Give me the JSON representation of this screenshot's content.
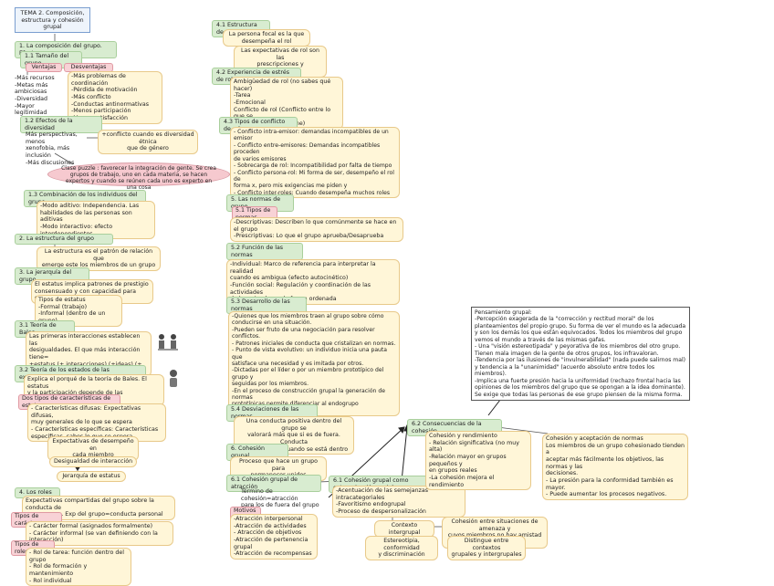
{
  "title": "TEMA 2. Composición,\nestructura y cohesión grupal",
  "left": {
    "s1": "1. La composición del grupo. Efectos",
    "s11": "1.1 Tamaño del grupo",
    "ventajas_label": "Ventajas",
    "desventajas_label": "Desventajas",
    "ventajas": "-Más recursos\n-Metas más\nambiciosas\n-Diversidad\n-Mayor legitimidad",
    "desventajas": "-Más problemas de coordinación\n-Pérdida de motivación\n-Más conflicto\n-Conductas antinormativas\n-Menos participación\n-Menos satisfacción",
    "s12": "1.2  Efectos de la diversidad",
    "div_text": "Más perspectivas, menos\nxenofobia, más inclusión\n-Más discusiones",
    "div_effect": "+conflicto cuando es diversidad étnica\nque de género",
    "puzzle": "Clase puzzle : favorecer la integración de gente. Se crea grupos de trabajo, uno en cada materia, se hacen expertos y cuando se reúnen cada uno es experto en una cosa",
    "s13": "1.3  Combinación de los individuos del grupo",
    "modos": "-Modo aditivo: Independencia. Las\nhabilidades de las personas son aditivas\n-Modo interactivo: efecto interdependientes",
    "s2": "2. La estructura del grupo",
    "estructura": "La estructura es el patrón de relación que\nemerge este los miembros de un grupo",
    "s3": "3. La jerarquía del grupo",
    "jerarquia": "El estatus implica patrones de prestigio\nconsensuado y con capacidad para generar",
    "tipos_estatus": "Tipos de estatus\n-Formal (trabajo)\n-Informal (dentro de un grupo)",
    "s31": "3.1 Teoría de Bales",
    "bales": "Las primeras interacciones establecen las\ndesigualdades.  El que más interacción tiene=\n+estatus (+ interacciones) (+ideas) (+\nposiciones jerárquicas)",
    "s32": "3.2 Teoría de los estados de las expectativas",
    "s32_text": "Explica el porqué de la teoría de  Bales. El estatus\ny la participación depende de las expectativas",
    "dos_tipos": "Dos tipos de características de estatus",
    "caracteristicas": "- Características difusas: Expectativas difusas,\nmuy generales de lo que se espera\n- Características específicas: Características\nespecíficas, sabes lo que se espera",
    "expectativas": "Expectativas de desempeño en\ncada miembro",
    "desigualdad": "Desigualdad de interacción",
    "jerarquia_estatus": "Jerarquía de estatus",
    "s4": "4. Los roles",
    "roles_text": "Expectativas compartidas del grupo sobre la conducta de\nuna persona.  Exp del grupo=conducta personal",
    "tipos_caracter": "Tipos de carácter",
    "caracter": "- Carácter formal (asignados formalmente)\n- Carácter informal (se van definiendo con la interacción)",
    "tipos_roles": "Tipos de roles",
    "roles": "- Rol de tarea: función dentro del grupo\n- Rol de formación y mantenimiento\n- Rol individual"
  },
  "middle": {
    "s41": "4.1 Estructura de rol",
    "r41a": "La persona focal es la que\ndesempeña el rol",
    "r41b": "Las expectativas de rol son las\nprescripciones y prohibiciones",
    "s42": "4.2 Experiencia de estrés de rol",
    "r42": "Ambigüedad de rol (no sabes qué hacer)\n-Tarea\n-Emocional\nConflicto de rol (Conflicto entre lo que se\nespera y lo que se tiene)",
    "s43": "4.3 Tipos de conflicto de rol",
    "r43": "- Conflicto intra-emisor: demandas incompatibles de un emisor\n- Conflicto entre-emisores: Demandas incompatibles proceden\nde varios emisores\n- Sobrecarga de rol: Incompatibilidad por falta de tiempo\n- Conflicto persona-rol: Mi forma de ser, desempeño el rol de\nforma x, pero mis exigencias me piden y\n- Conflicto inter-roles: Cuando desempeña muchos roles",
    "s5": "5. Las normas de grupo",
    "s51": "5.1 Tipos de normas",
    "r51": "-Descriptivas: Describen lo que comúnmente se hace en el grupo\n-Prescriptivas: Lo que el grupo aprueba/Desaprueba",
    "s52": "5.2 Función de las normas",
    "r52": "-Individual: Marco de referencia para interpretar la realidad\ncuando es ambigua (efecto autocinético)\n-Función social: Regulación y coordinación de las actividades\nde los miembros, de forma ordenada",
    "s53": "5.3 Desarrollo de las normas",
    "r53": "-Quiones que los miembros traen al grupo sobre cómo\nconducirse en una situación.\n-Pueden ser fruto de una negociación para resolver conflictos.\n- Patrones iniciales de conducta que cristalizan en normas.\n- Punto de vista evolutivo: un individuo inicia una pauta que\nsatisface una necesidad y es imitada por otros.\n-Dictadas por el líder o por un miembro prototípico del grupo  y\nseguidas por los miembros.\n-En el proceso de construcción grupal la generación de normas\nprototípicas permite diferenciar al endogrupo\ndel exogrupo.",
    "s54": "5.4 Desviaciones de las normas",
    "r54": "Una conducta positiva dentro del grupo se\nvalorará más que si es de fuera. Conducta\nnegativa, peor cuando se está dentro",
    "s6": "6. Cohesión grupal",
    "r6": "Proceso que hace un grupo para\npermanecer unidos",
    "s61": "6.1  Cohesión grupal de atracción",
    "r61": "Término de cohesión=atracción\npara los de fuera del grupo",
    "motivos_label": "Motivos :",
    "motivos": "-Atracción interpersonal\n-Atracción de actividades\n- Atracción de objetivos\n-Atracción de pertenencia grupal\n-Atracción de recompensas"
  },
  "right": {
    "s61b": "6.1 Cohesión grupal como categorización social",
    "r61b": "-Acentuación de las semejanzas intracategoriales\n-Favoritismo endogrupal\n-Proceso de despersonalización",
    "contexto_intergrupal": "Contexto intergrupal",
    "contexto_amenaza": "Cohesión entre situaciones de amenaza  y\ncuyos miembros no hay amistad ya",
    "estereotipia": "Estereotipia, conformidad\ny discriminación",
    "distingue": "Distingue entre contextos\ngrupales y intergrupales",
    "s62": "6.2  Consecuencias de la cohesión",
    "r62": "Cohesión y rendimiento\n- Relación significativa (no muy alta)\n-Relación mayor en grupos pequeños y\nen grupos reales\n-La cohesión mejora el rendimiento",
    "conformidad": "Cohesión y aceptación de normas\nLos miembros de un grupo cohesionado tienden a\naceptar más fácilmente los objetivos, las normas y las\ndecisiones.\n- La presión para la conformidad también es mayor.\n-  Puede aumentar los procesos negativos.",
    "pensamiento": "Pensamiento grupal:\n-Percepción exagerada de la \"corrección y rectitud moral\" de los planteamientos del propio grupo. Su forma de ver el mundo es la adecuada y son los demás los que están equivocados. Todos los miembros del grupo vemos el mundo a través de las mismas gafas.\n- Una \"visión estereotipada\" y peyorativa de los miembros del otro grupo. Tienen mala imagen de la gente de otros grupos, los infravaloran.\n-Tendencia por las ilusiones de \"invulnerabilidad\" (nada puede salirnos mal) y tendencia a la \"unanimidad\" (acuerdo absoluto entre todos los miembros).\n-Implica una fuerte presión hacia la uniformidad (rechazo frontal hacia las opiniones de los miembros del grupo que se opongan a la idea dominante). Se exige que todas las personas de ese grupo piensen de la misma forma."
  }
}
